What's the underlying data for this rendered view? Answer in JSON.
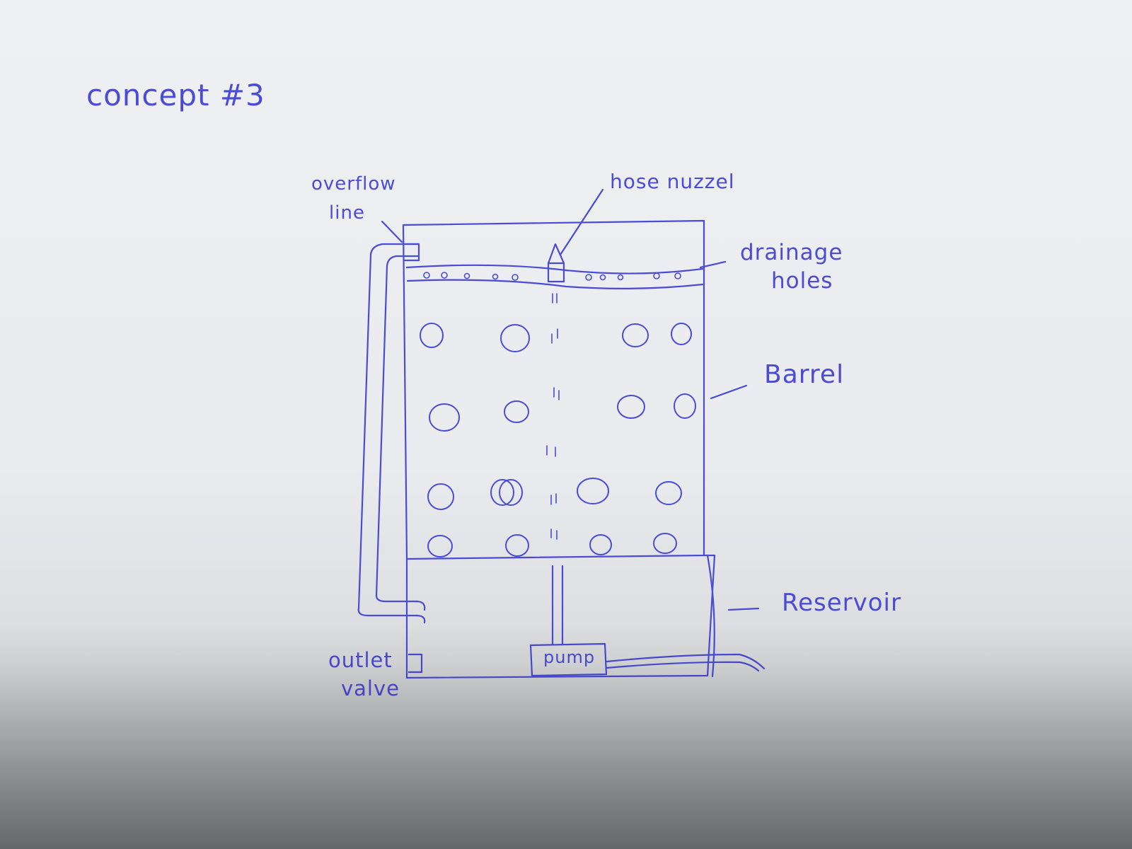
{
  "title": "concept #3",
  "labels": {
    "overflow_line_1": "overflow",
    "overflow_line_2": "line",
    "hose_nozzle": "hose nuzzel",
    "drainage_holes_1": "drainage",
    "drainage_holes_2": "holes",
    "barrel": "Barrel",
    "reservoir": "Reservoir",
    "pump": "pump",
    "outlet_valve_1": "outlet",
    "outlet_valve_2": "valve"
  },
  "colors": {
    "ink": "#4b4bd6",
    "paper": "#eceef1",
    "table": "#9a7443"
  }
}
